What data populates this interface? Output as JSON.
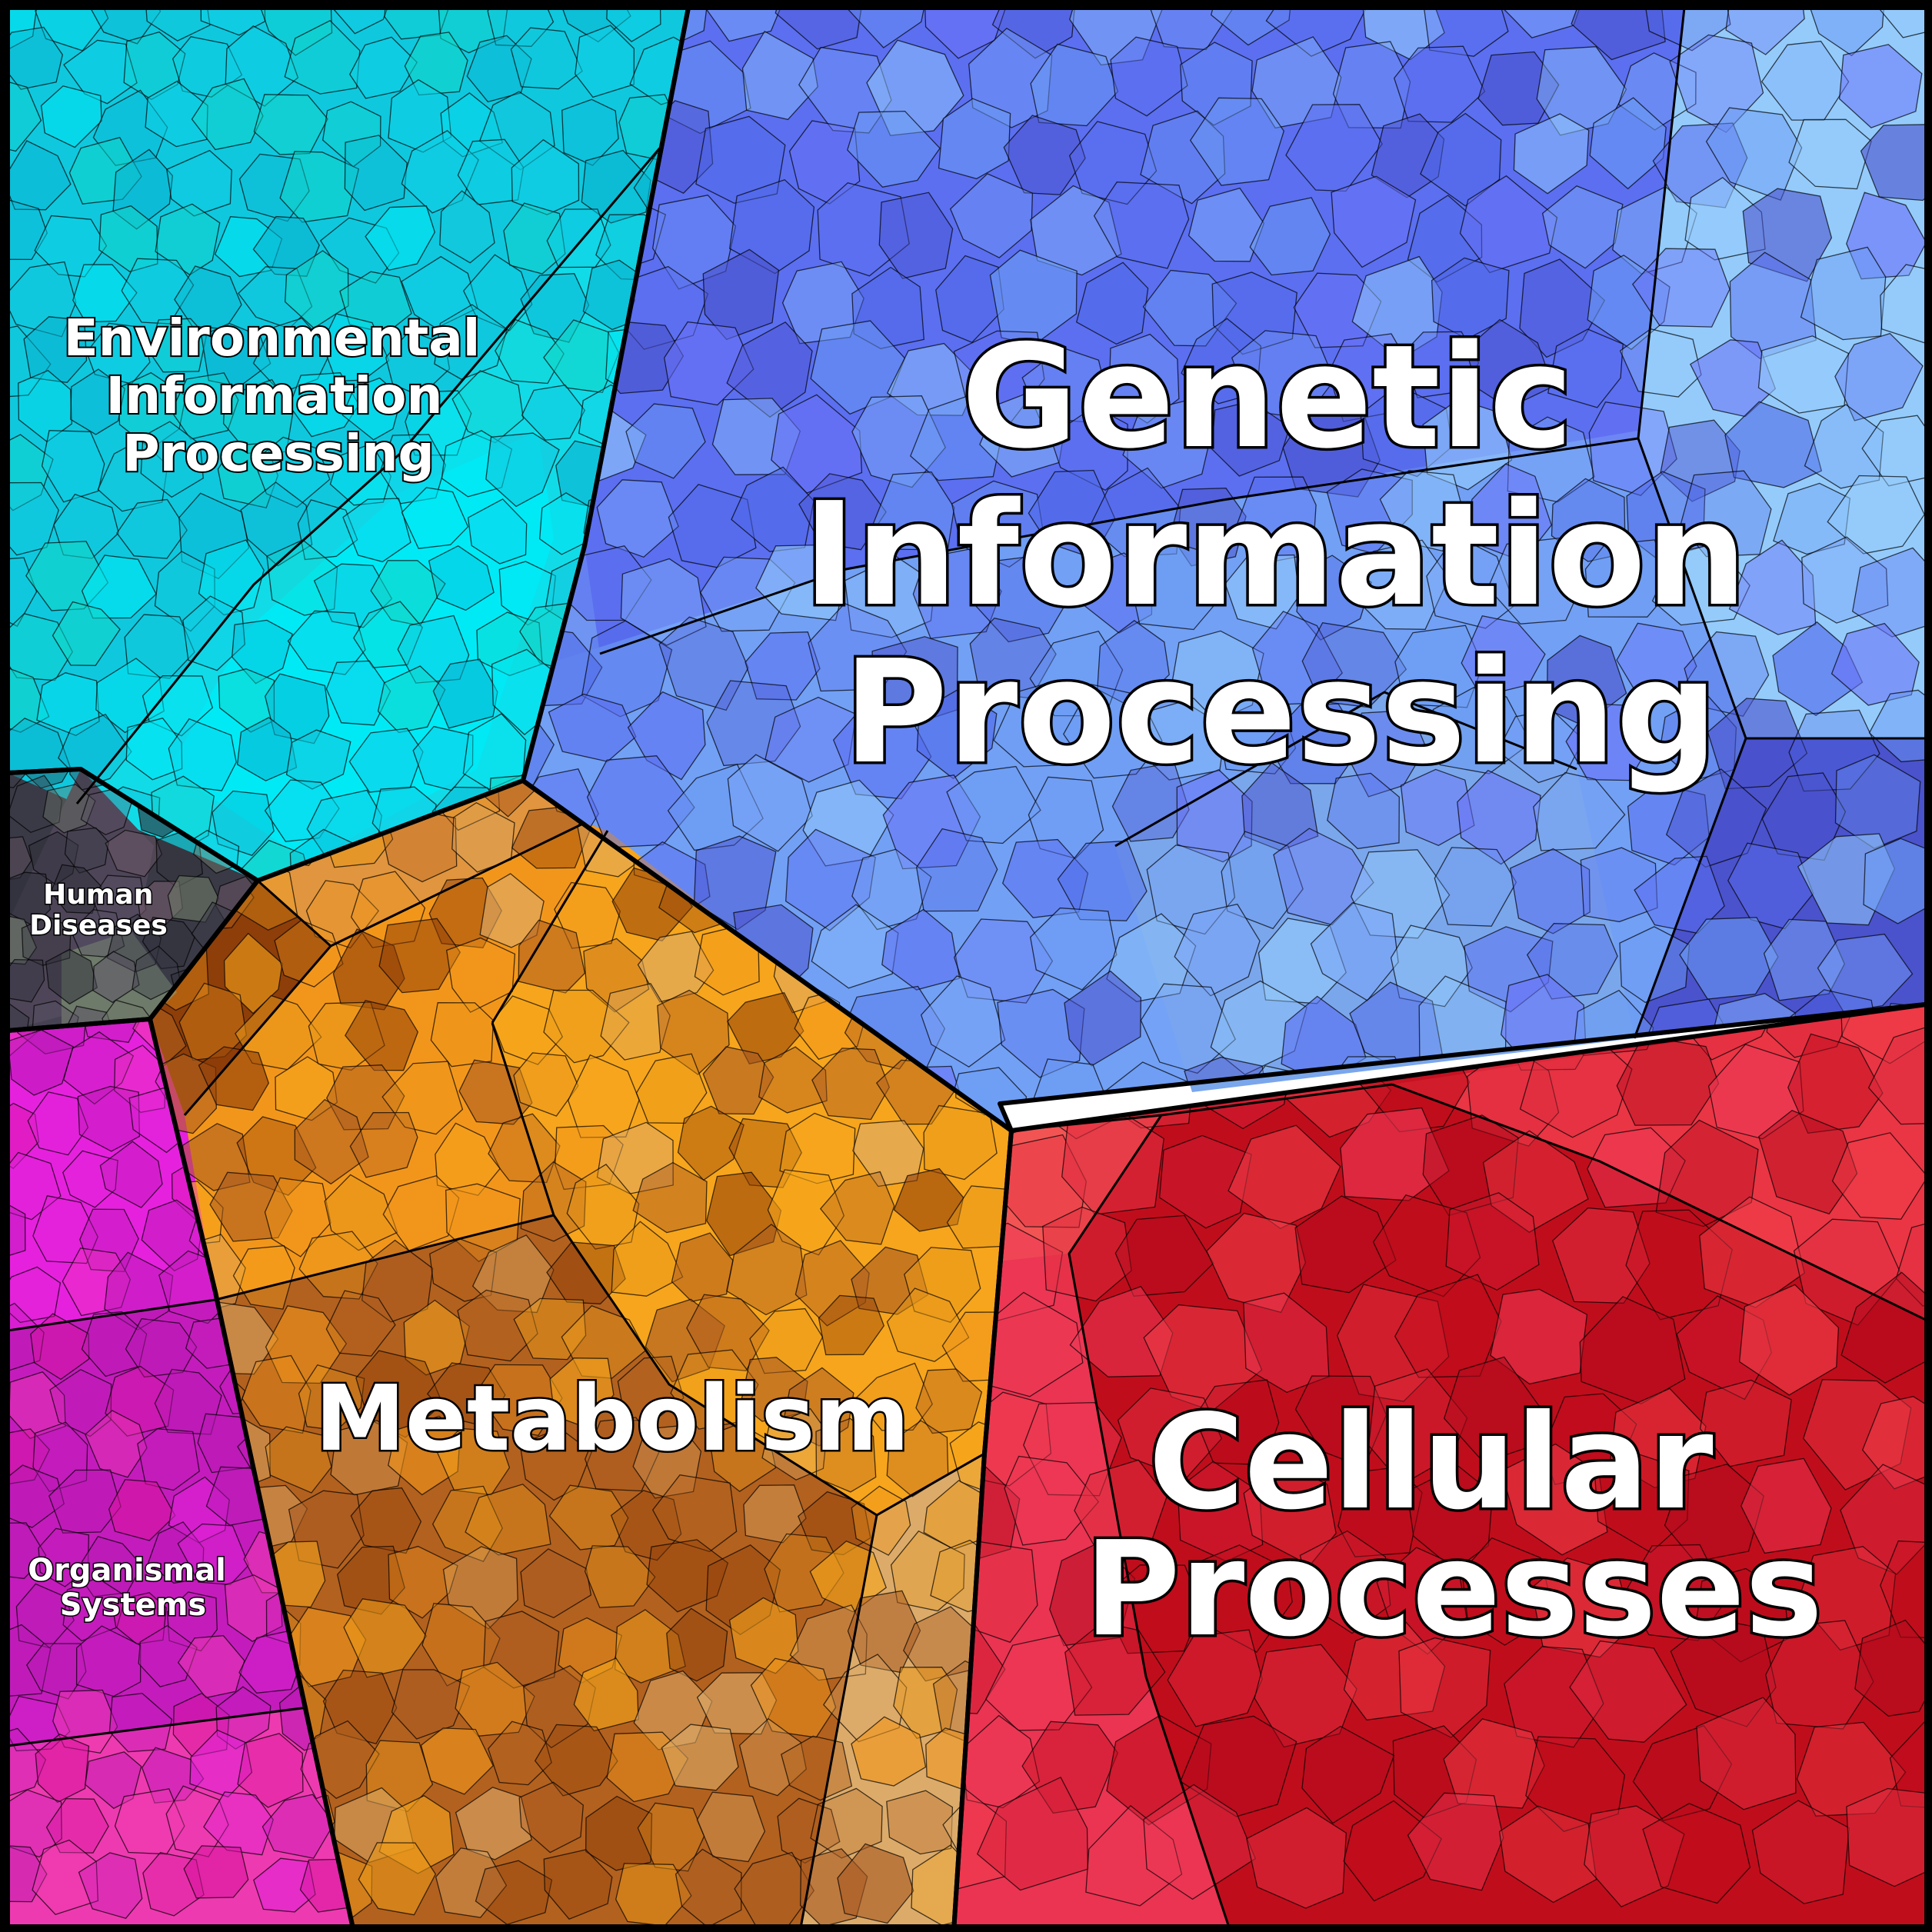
{
  "diagram": {
    "regions": [
      {
        "id": "genetic",
        "lines": [
          "Genetic",
          "Information",
          "Processing"
        ],
        "colors": [
          "#5b6ff0",
          "#6a72f7",
          "#4f68e8",
          "#7aa4f7",
          "#6c9cf4",
          "#94cbfb",
          "#4a52cc"
        ]
      },
      {
        "id": "cellular",
        "lines": [
          "Cellular",
          "Processes"
        ],
        "colors": [
          "#c00d1c",
          "#b30c1e",
          "#e02e40",
          "#f2404b",
          "#ee3a56",
          "#d6203a"
        ]
      },
      {
        "id": "metabolism",
        "lines": [
          "Metabolism"
        ],
        "colors": [
          "#f6a51c",
          "#f2961b",
          "#e9981a",
          "#b3611e",
          "#a85a22",
          "#dcab6a",
          "#8e3e08"
        ]
      },
      {
        "id": "environmental",
        "lines": [
          "Environmental",
          "Information",
          "Processing"
        ],
        "colors": [
          "#12c8dc",
          "#0fd0e6",
          "#00e8f4",
          "#0bb4d0",
          "#12d6c8"
        ]
      },
      {
        "id": "organismal",
        "lines": [
          "Organismal",
          "Systems"
        ],
        "colors": [
          "#e023d8",
          "#c41cbc",
          "#b81ab4",
          "#f03cb0",
          "#d9149f"
        ]
      },
      {
        "id": "human",
        "lines": [
          "Human",
          "Diseases"
        ],
        "colors": [
          "#3c3c48",
          "#2e2e38",
          "#5a5066",
          "#6e7a6a",
          "#7a5e70"
        ]
      }
    ]
  }
}
